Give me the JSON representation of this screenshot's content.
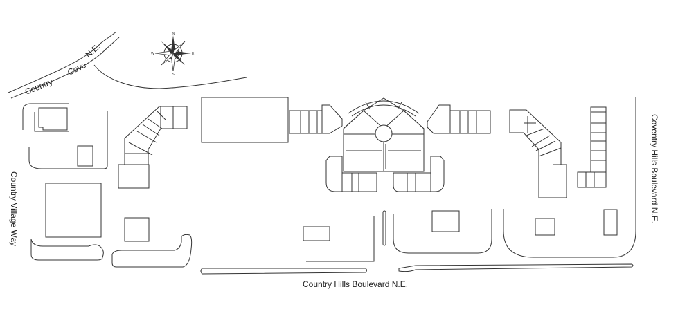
{
  "map": {
    "streets": {
      "top_left": [
        "Country",
        "Cove",
        "N.E."
      ],
      "left": "Country Village Way",
      "right": "Coventry Hills Boulevard N.E.",
      "bottom": "Country Hills Boulevard N.E."
    },
    "compass": {
      "icon": "compass-rose-icon",
      "n": "N",
      "s": "S",
      "e": "E",
      "w": "W"
    }
  }
}
